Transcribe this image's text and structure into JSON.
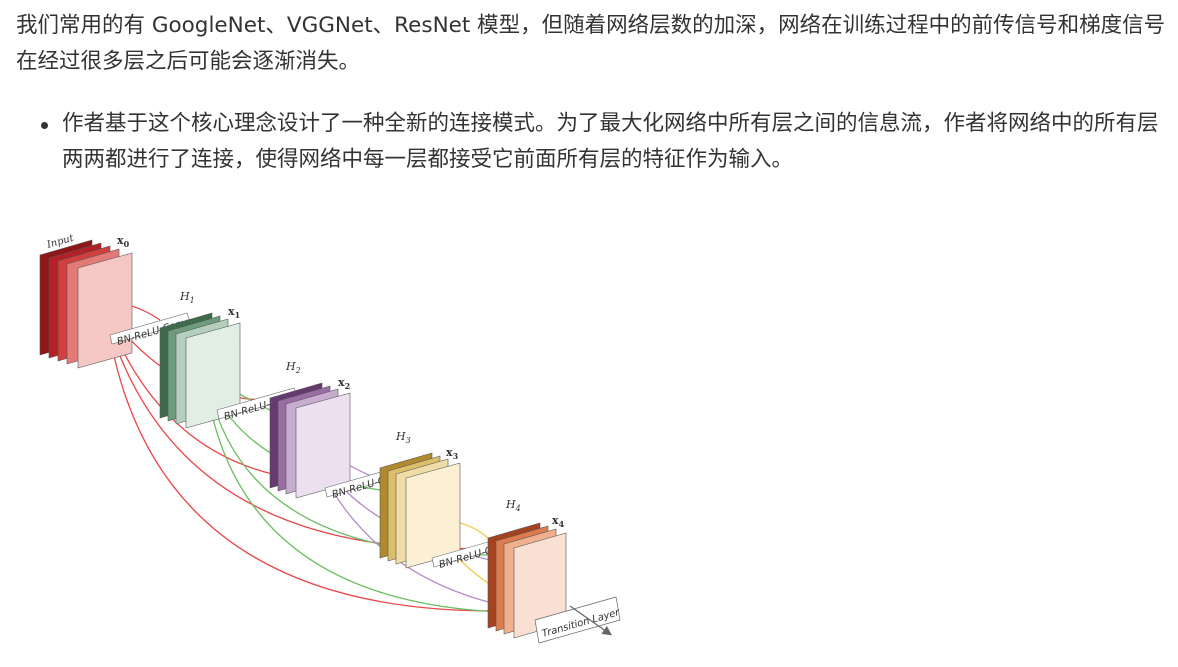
{
  "article": {
    "paragraph": "我们常用的有 GoogleNet、VGGNet、ResNet 模型，但随着网络层数的加深，网络在训练过程中的前传信号和梯度信号在经过很多层之后可能会逐渐消失。",
    "bullets": [
      "作者基于这个核心理念设计了一种全新的连接模式。为了最大化网络中所有层之间的信息流，作者将网络中的所有层两两都进行了连接，使得网络中每一层都接受它前面所有层的特征作为输入。"
    ]
  },
  "figure": {
    "input_label": "Input",
    "x_labels": [
      "x0",
      "x1",
      "x2",
      "x3",
      "x4"
    ],
    "h_labels": [
      "H1",
      "H2",
      "H3",
      "H4"
    ],
    "op_label": "BN-ReLU-Conv",
    "transition_label": "Transition Layer",
    "colors": {
      "input": "#c0282d",
      "block1": "#4f7a5c",
      "block2": "#7a4f83",
      "block3": "#c9a64a",
      "block4": "#c2552d",
      "edge_red": "#e8484b",
      "edge_green": "#6dbd62",
      "edge_purple": "#b58bc8",
      "edge_yellow": "#f2c94c"
    }
  }
}
